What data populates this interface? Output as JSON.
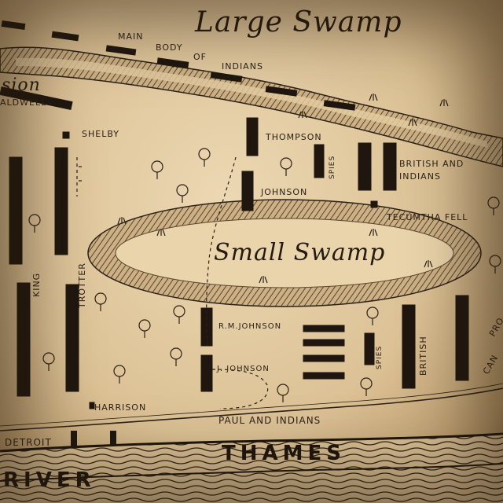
{
  "map": {
    "swamps": {
      "large": "Large Swamp",
      "small": "Small Swamp"
    },
    "division_fragment": "ision",
    "labels": {
      "main_body": [
        "MAIN",
        "BODY",
        "OF",
        "INDIANS"
      ],
      "caldwell": "ALDWELL",
      "shelby": "SHELBY",
      "thompson": "THOMPSON",
      "spies_top": "SPIES",
      "british_indians": [
        "BRITISH AND",
        "INDIANS"
      ],
      "johnson": "JOHNSON",
      "tecumtha": "TECUMTHA FELL",
      "king": "KING",
      "trotter": "TROTTER",
      "rm_johnson": "R.M.JOHNSON",
      "j_johnson": "J. JOHNSON",
      "spies_bottom": "SPIES",
      "british": "BRITISH",
      "harrison": "HARRISON",
      "paul_indians": "PAUL AND INDIANS",
      "detroit": "DETROIT",
      "thames": "THAMES",
      "river": "RIVER",
      "canada_fragment": "CAN",
      "pro_fragment": "PRO"
    },
    "colors": {
      "ink": "#2b2117",
      "paper": "#e6cfa6"
    }
  }
}
